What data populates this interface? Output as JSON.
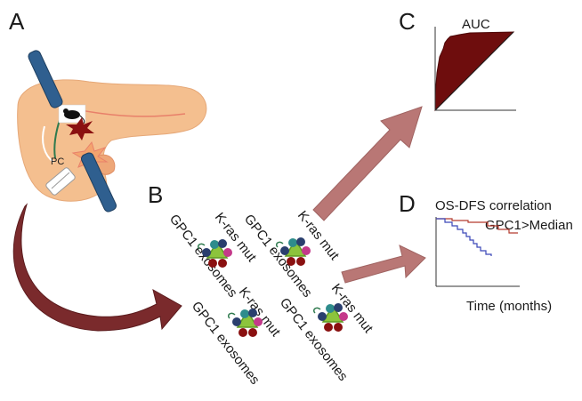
{
  "panels": {
    "a": "A",
    "b": "B",
    "c": "C",
    "d": "D"
  },
  "panel_a": {
    "tumor_label": "PC"
  },
  "panel_b": {
    "exosome_groups": [
      {
        "mutation_label": "K-ras mut",
        "exosome_label": "GPC1 exosomes"
      },
      {
        "mutation_label": "K-ras mut",
        "exosome_label": "GPC1 exosomes"
      },
      {
        "mutation_label": "K-ras mut",
        "exosome_label": "GPC1 exosomes"
      },
      {
        "mutation_label": "K-ras mut",
        "exosome_label": "GPC1 exosomes"
      }
    ]
  },
  "panel_c": {
    "title": "AUC"
  },
  "panel_d": {
    "title": "OS-DFS correlation",
    "legend_high": "GPC1>Median",
    "xlabel": "Time (months)"
  },
  "colors": {
    "pancreas": "#f4bf8f",
    "pancreas_duct": "#e8806a",
    "probe": "#2f5f8f",
    "arrow": "#b97775",
    "curved_arrow": "#7a2a2c",
    "auc_fill": "#6e0d0d",
    "survival_high": "#b33b2e",
    "survival_low": "#3a46b8",
    "exosome_green": "#8cc43c",
    "exosome_teal": "#2e8c8c",
    "exosome_navy": "#2a3f6e",
    "exosome_magenta": "#c4398a",
    "exosome_darkred": "#8a1010"
  }
}
